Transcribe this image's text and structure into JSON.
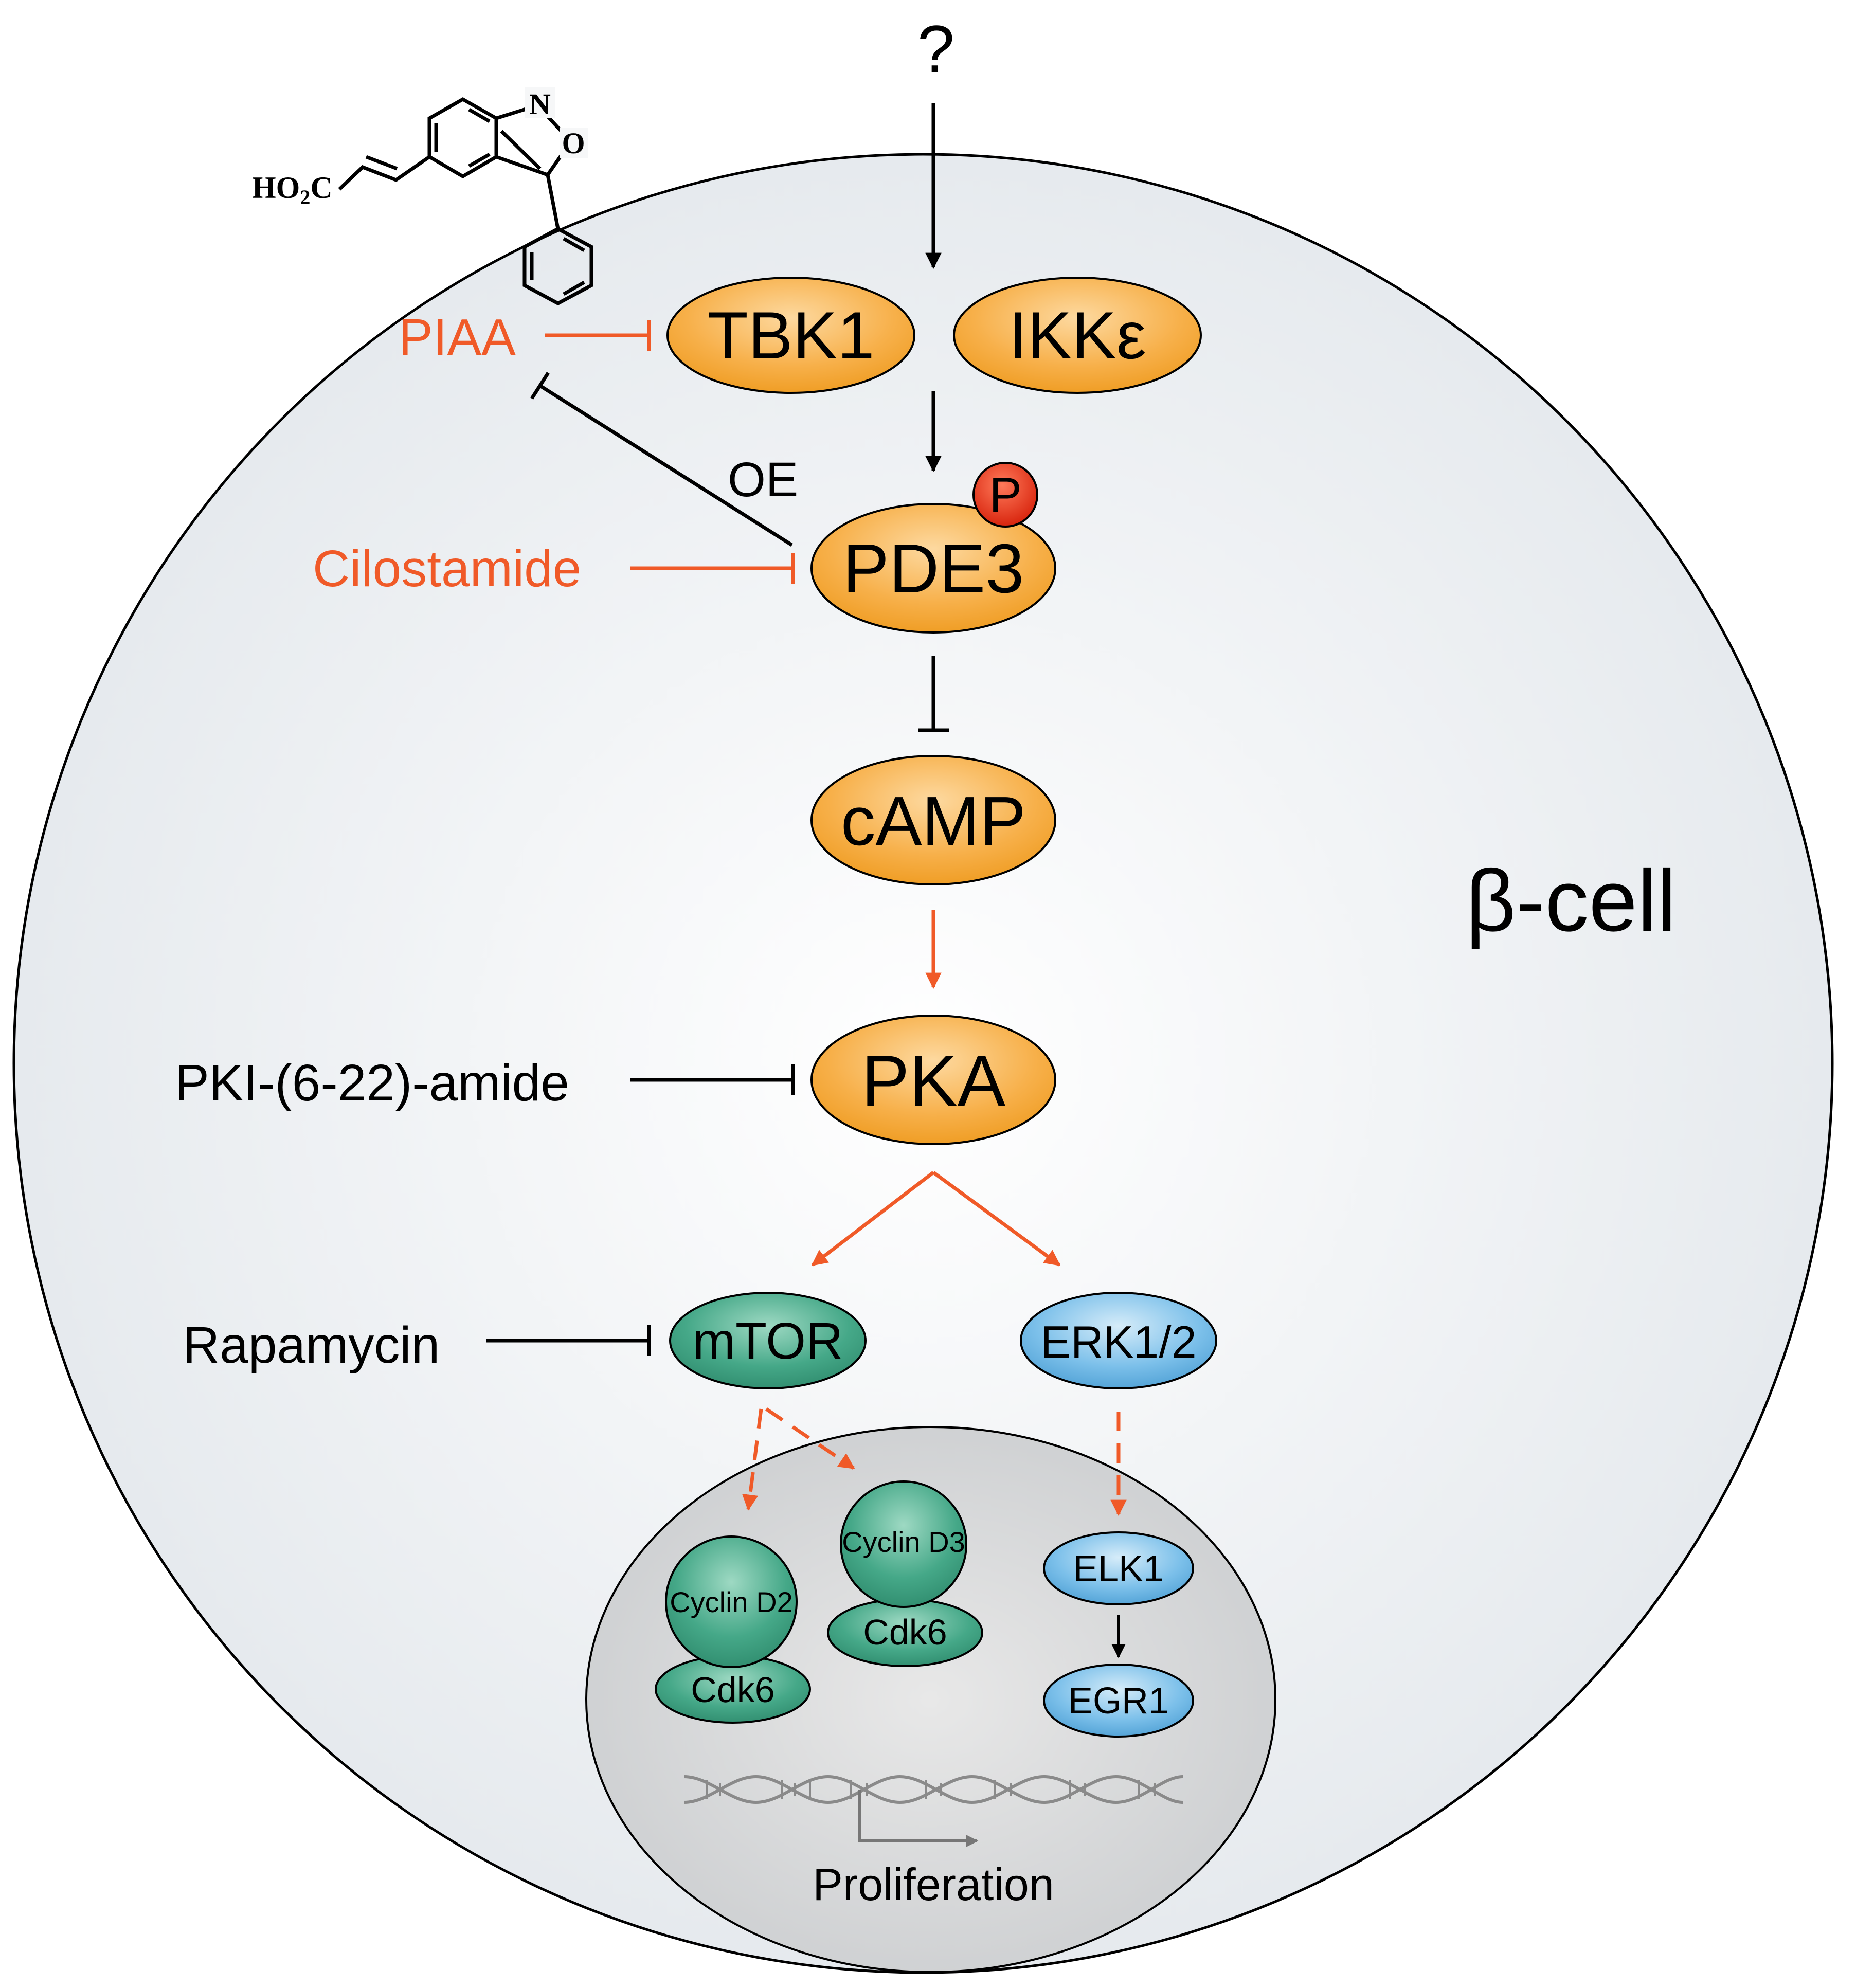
{
  "cell_label": "β-cell",
  "unknown_input": "?",
  "nodes": {
    "tbk1": "TBK1",
    "ikke": "IKKε",
    "pde3": "PDE3",
    "phospho": "P",
    "camp": "cAMP",
    "pka": "PKA",
    "mtor": "mTOR",
    "erk": "ERK1/2",
    "cyclin_d2": "Cyclin D2",
    "cdk6_a": "Cdk6",
    "cyclin_d3": "Cyclin D3",
    "cdk6_b": "Cdk6",
    "elk1": "ELK1",
    "egr1": "EGR1"
  },
  "inhibitors": {
    "piaa": "PIAA",
    "cilostamide": "Cilostamide",
    "pki": "PKI-(6-22)-amide",
    "rapamycin": "Rapamycin"
  },
  "overexpression_label": "OE",
  "proliferation_label": "Proliferation",
  "molecule": {
    "acid_label_base": "HO",
    "acid_label_sub": "2",
    "acid_label_tail": "C",
    "n_atom": "N",
    "o_atom": "O"
  },
  "colors": {
    "orange_node": "#F5A623",
    "inhibitor_orange": "#F05A28",
    "teal_node": "#3A9E80",
    "blue_node": "#5AAEDF",
    "phospho_red": "#E8321E",
    "cell_fill": "#EEF1F3",
    "nucleus_fill": "#D4D6D8"
  }
}
